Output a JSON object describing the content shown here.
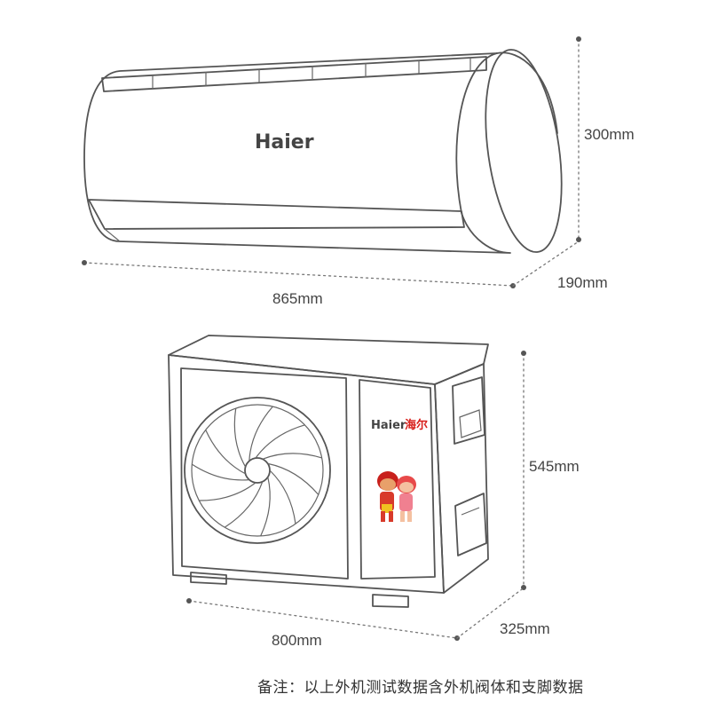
{
  "indoor_unit": {
    "brand": "Haier",
    "width": "865mm",
    "height": "300mm",
    "depth": "190mm"
  },
  "outdoor_unit": {
    "brand": "Haier",
    "brand_cn": "海尔",
    "width": "800mm",
    "height": "545mm",
    "depth": "325mm"
  },
  "note": "备注：以上外机测试数据含外机阀体和支脚数据",
  "colors": {
    "outline": "#555555",
    "brand_red": "#d8201c"
  }
}
